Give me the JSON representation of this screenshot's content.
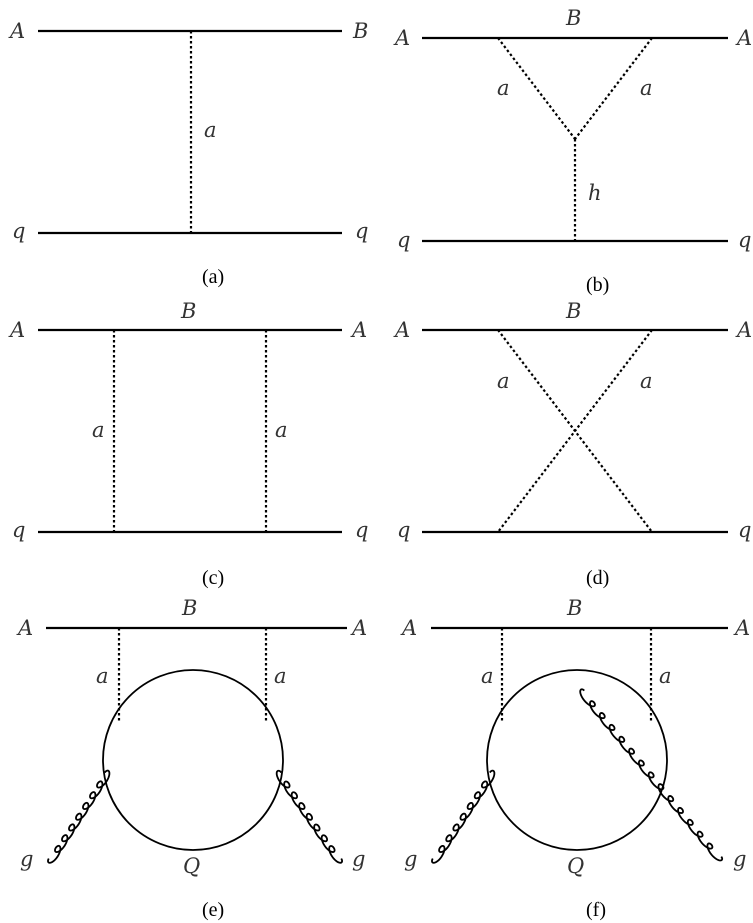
{
  "panels": {
    "a": {
      "caption": "(a)",
      "labels": {
        "top_left": "A",
        "top_right": "B",
        "bottom_left": "q",
        "bottom_right": "q",
        "exchange": "a"
      }
    },
    "b": {
      "caption": "(b)",
      "labels": {
        "top_left": "A",
        "top_mid": "B",
        "top_right": "A",
        "left_arm": "a",
        "right_arm": "a",
        "stem": "h",
        "bottom_left": "q",
        "bottom_right": "q"
      }
    },
    "c": {
      "caption": "(c)",
      "labels": {
        "top_left": "A",
        "top_mid": "B",
        "top_right": "A",
        "left_rung": "a",
        "right_rung": "a",
        "bottom_left": "q",
        "bottom_right": "q"
      }
    },
    "d": {
      "caption": "(d)",
      "labels": {
        "top_left": "A",
        "top_mid": "B",
        "top_right": "A",
        "left_arm": "a",
        "right_arm": "a",
        "bottom_left": "q",
        "bottom_right": "q"
      }
    },
    "e": {
      "caption": "(e)",
      "labels": {
        "top_left": "A",
        "top_mid": "B",
        "top_right": "A",
        "left_rung": "a",
        "right_rung": "a",
        "loop": "Q",
        "gluon_left": "g",
        "gluon_right": "g"
      }
    },
    "f": {
      "caption": "(f)",
      "labels": {
        "top_left": "A",
        "top_mid": "B",
        "top_right": "A",
        "left_rung": "a",
        "right_rung": "a",
        "loop": "Q",
        "gluon_left": "g",
        "gluon_right": "g"
      }
    }
  }
}
